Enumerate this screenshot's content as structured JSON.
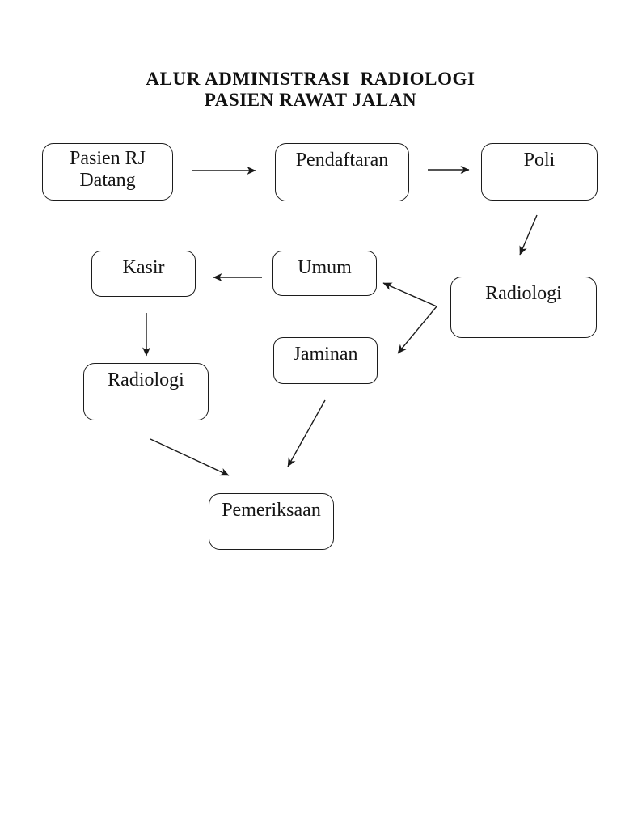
{
  "page": {
    "background_color": "#ffffff",
    "ink_color": "#1a1a1a"
  },
  "title": {
    "line1": "ALUR ADMINISTRASI  RADIOLOGI",
    "line2": "PASIEN RAWAT JALAN"
  },
  "nodes": [
    {
      "id": "pasien-rj-datang",
      "label": "Pasien RJ Datang"
    },
    {
      "id": "pendaftaran",
      "label": "Pendaftaran"
    },
    {
      "id": "poli",
      "label": "Poli"
    },
    {
      "id": "kasir",
      "label": "Kasir"
    },
    {
      "id": "umum",
      "label": "Umum"
    },
    {
      "id": "radiologi-kanan",
      "label": "Radiologi"
    },
    {
      "id": "jaminan",
      "label": "Jaminan"
    },
    {
      "id": "radiologi-kiri",
      "label": "Radiologi"
    },
    {
      "id": "pemeriksaan",
      "label": "Pemeriksaan"
    }
  ],
  "edges": [
    {
      "from": "pasien-rj-datang",
      "to": "pendaftaran"
    },
    {
      "from": "pendaftaran",
      "to": "poli"
    },
    {
      "from": "poli",
      "to": "radiologi-kanan"
    },
    {
      "from": "umum",
      "to": "kasir"
    },
    {
      "from": "radiologi-kanan",
      "to": "umum"
    },
    {
      "from": "radiologi-kanan",
      "to": "jaminan"
    },
    {
      "from": "kasir",
      "to": "radiologi-kiri"
    },
    {
      "from": "jaminan",
      "to": "pemeriksaan"
    },
    {
      "from": "radiologi-kiri",
      "to": "pemeriksaan"
    }
  ]
}
